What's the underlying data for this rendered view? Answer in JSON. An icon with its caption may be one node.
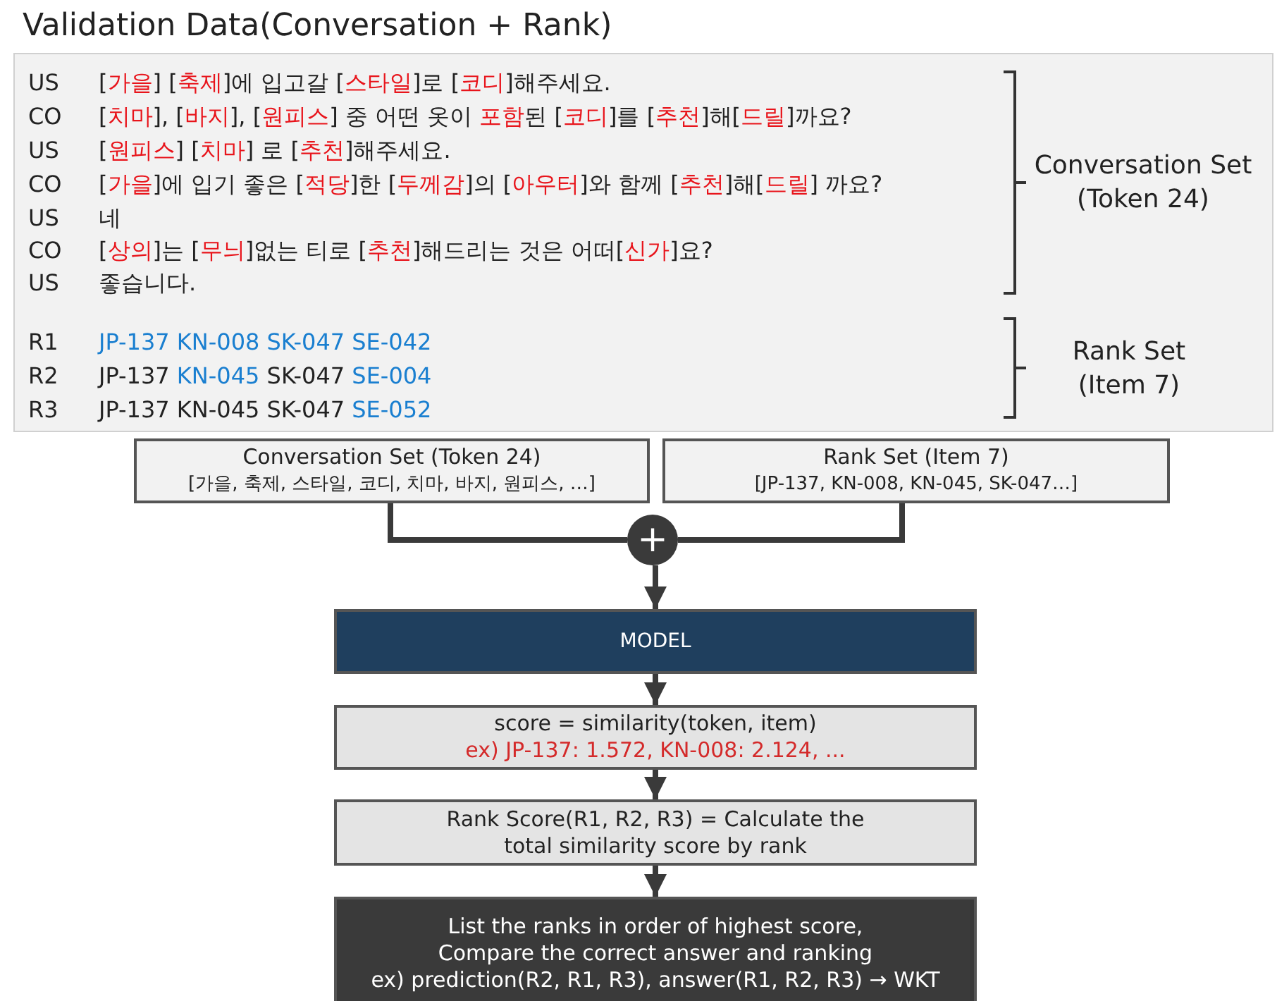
{
  "diagram": {
    "title": "Validation Data(Conversation + Rank)",
    "nodes": [
      {
        "text": [
          "Conversation Set (Token 24)",
          "[가을, 축제, 스타일, 코디, 치마, 바지, 원피스,  …]"
        ]
      },
      {
        "text": [
          "Rank Set (Item 7)",
          "[JP-137, KN-008, KN-045, SK-047…]"
        ]
      },
      {
        "text": [
          "+"
        ]
      },
      {
        "text": [
          "MODEL"
        ]
      },
      {
        "text": [
          "score = similarity(token, item)",
          "ex) JP-137: 1.572, KN-008: 2.124, ..."
        ]
      },
      {
        "text": [
          "Rank Score(R1, R2, R3) = Calculate the total similarity score by rank"
        ]
      },
      {
        "text": [
          "List the ranks in order of highest score,",
          "Compare the correct answer and ranking",
          "ex) prediction(R2, R1, R3), answer(R1, R2, R3) → WKT"
        ]
      }
    ],
    "edges": [
      {
        "from": 0,
        "to": 2,
        "arrow": "none"
      },
      {
        "from": 1,
        "to": 2,
        "arrow": "none"
      },
      {
        "from": 2,
        "to": 3,
        "arrow": "to"
      },
      {
        "from": 3,
        "to": 4,
        "arrow": "to"
      },
      {
        "from": 4,
        "to": 5,
        "arrow": "to"
      },
      {
        "from": 5,
        "to": 6,
        "arrow": "to"
      }
    ],
    "labels": [
      "US",
      "[**가을**] [**축제**]에 입고갈 [**스타일**]로 [**코디**]해주세요.",
      "CO",
      "[**치마**], [**바지**], [**원피스**] 중 어떤 옷이 **포함**된 [**코디**]를 [**추천**]해[**드릴**]까요?",
      "US",
      "[**원피스**] [**치마**] 로 [**추천**]해주세요.",
      "CO",
      "[**가을**]에 입기 좋은 [**적당**]한 [**두께감**]의 [**아우터**]와 함께 [**추천**]해[**드릴**] 까요?",
      "US",
      "네",
      "CO",
      "[**상의**]는 [**무늬**]없는 티로 [**추천**]해드리는 것은 어떠[**신가**]요?",
      "US",
      "좋습니다.",
      "Conversation Set (Token 24)",
      "R1",
      "JP-137 KN-008 SK-047 SE-042",
      "R2",
      "JP-137 *KN-045* SK-047 *SE-004*",
      "R3",
      "JP-137 KN-045 SK-047 *SE-052*",
      "Rank Set (Item 7)"
    ]
  }
}
